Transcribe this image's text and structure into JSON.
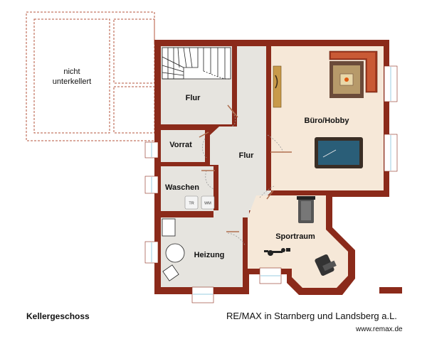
{
  "plan": {
    "unbuilt_area": [
      "nicht",
      "unterkellert"
    ],
    "rooms": {
      "flur_top": "Flur",
      "flur_center": "Flur",
      "buero": "Büro/Hobby",
      "vorrat": "Vorrat",
      "waschen": "Waschen",
      "sportraum": "Sportraum",
      "heizung": "Heizung"
    },
    "appliances": {
      "dryer": "TR",
      "washer": "WM"
    }
  },
  "footer": {
    "floor_name": "Kellergeschoss",
    "agency": "RE/MAX in Starnberg und Landsberg a.L.",
    "website": "www.remax.de"
  },
  "colors": {
    "wall": "#8b2a1a",
    "floor_grey": "#e6e4df",
    "floor_warm": "#f6e8d8",
    "dashed_outline": "#b5543c"
  }
}
